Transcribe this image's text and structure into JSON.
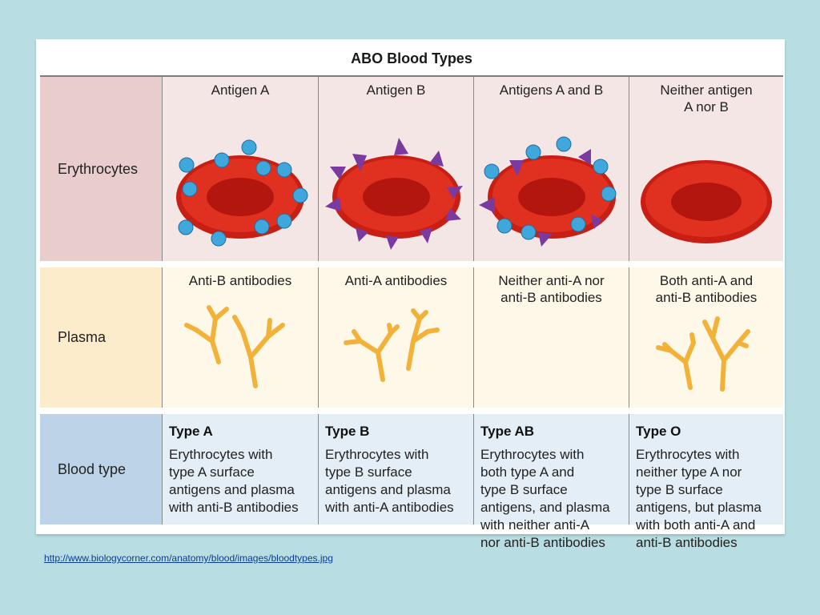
{
  "title": "ABO Blood Types",
  "row_labels": {
    "erythrocytes": "Erythrocytes",
    "plasma": "Plasma",
    "blood_type": "Blood type"
  },
  "columns": [
    {
      "antigen": "Antigen A",
      "antibodies": "Anti-B antibodies",
      "type_name": "Type A",
      "description": "Erythrocytes with\ntype A surface\nantigens and plasma\nwith anti-B antibodies"
    },
    {
      "antigen": "Antigen B",
      "antibodies": "Anti-A antibodies",
      "type_name": "Type B",
      "description": "Erythrocytes with\ntype B surface\nantigens and plasma\nwith anti-A antibodies"
    },
    {
      "antigen": "Antigens A and B",
      "antibodies": "Neither anti-A nor\nanti-B antibodies",
      "type_name": "Type AB",
      "description": "Erythrocytes with\nboth type A and\ntype B surface\nantigens, and plasma\nwith neither anti-A\nnor anti-B antibodies"
    },
    {
      "antigen": "Neither antigen\nA nor B",
      "antibodies": "Both anti-A and\nanti-B antibodies",
      "type_name": "Type O",
      "description": "Erythrocytes with\nneither type A nor\ntype B surface\nantigens, but plasma\nwith both anti-A and\nanti-B antibodies"
    }
  ],
  "source_link": "http://www.biologycorner.com/anatomy/blood/images/bloodtypes.jpg",
  "colors": {
    "background": "#b8dde2",
    "cell_red": "#d62a1e",
    "antigen_a": "#3fa7dc",
    "antigen_b": "#7a3aa0",
    "antibody": "#f2b23a"
  }
}
